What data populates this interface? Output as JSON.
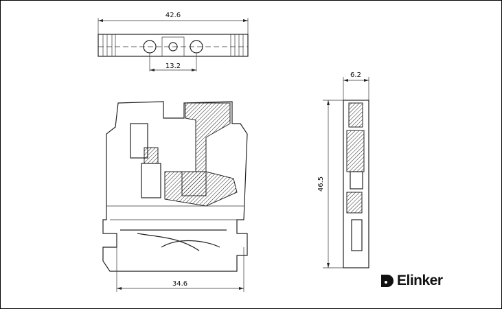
{
  "dimensions": {
    "top_width": "42.6",
    "top_pitch": "13.2",
    "side_width": "6.2",
    "height": "46.5",
    "front_width": "34.6"
  },
  "brand": {
    "name": "Elinker"
  }
}
